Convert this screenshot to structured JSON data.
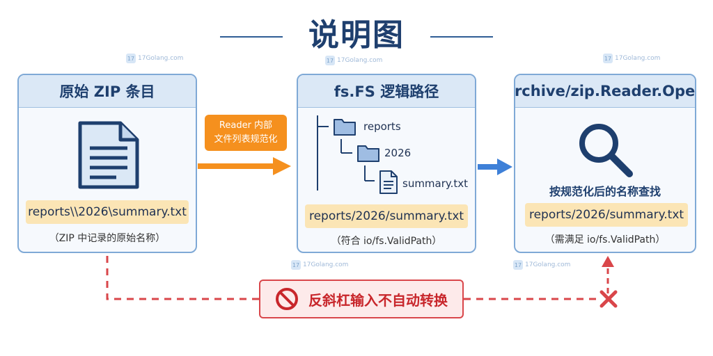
{
  "title": "说明图",
  "watermark": "17Golang.com",
  "badge": {
    "line1": "Reader 内部",
    "line2": "文件列表规范化"
  },
  "panels": {
    "left": {
      "heading": "原始 ZIP 条目",
      "path": "reports\\\\2026\\summary.txt",
      "note": "（ZIP 中记录的原始名称）",
      "icon": "document-icon"
    },
    "middle": {
      "heading": "fs.FS 逻辑路径",
      "tree": {
        "folder1": "reports",
        "folder2": "2026",
        "file": "summary.txt"
      },
      "path": "reports/2026/summary.txt",
      "note": "（符合 io/fs.ValidPath）"
    },
    "right": {
      "heading": "archive/zip.Reader.Open",
      "caption": "按规范化后的名称查找",
      "path": "reports/2026/summary.txt",
      "note": "（需满足 io/fs.ValidPath）",
      "icon": "magnifier-icon"
    }
  },
  "error": {
    "text": "反斜杠输入不自动转换",
    "icon": "prohibited-icon"
  },
  "colors": {
    "title": "#1e3f6e",
    "panel_border": "#7fa9d6",
    "panel_header": "#dbe8f6",
    "path_box": "#fbe5b5",
    "orange_arrow": "#f5901e",
    "blue_arrow": "#3e80d8",
    "error": "#d9464a"
  }
}
